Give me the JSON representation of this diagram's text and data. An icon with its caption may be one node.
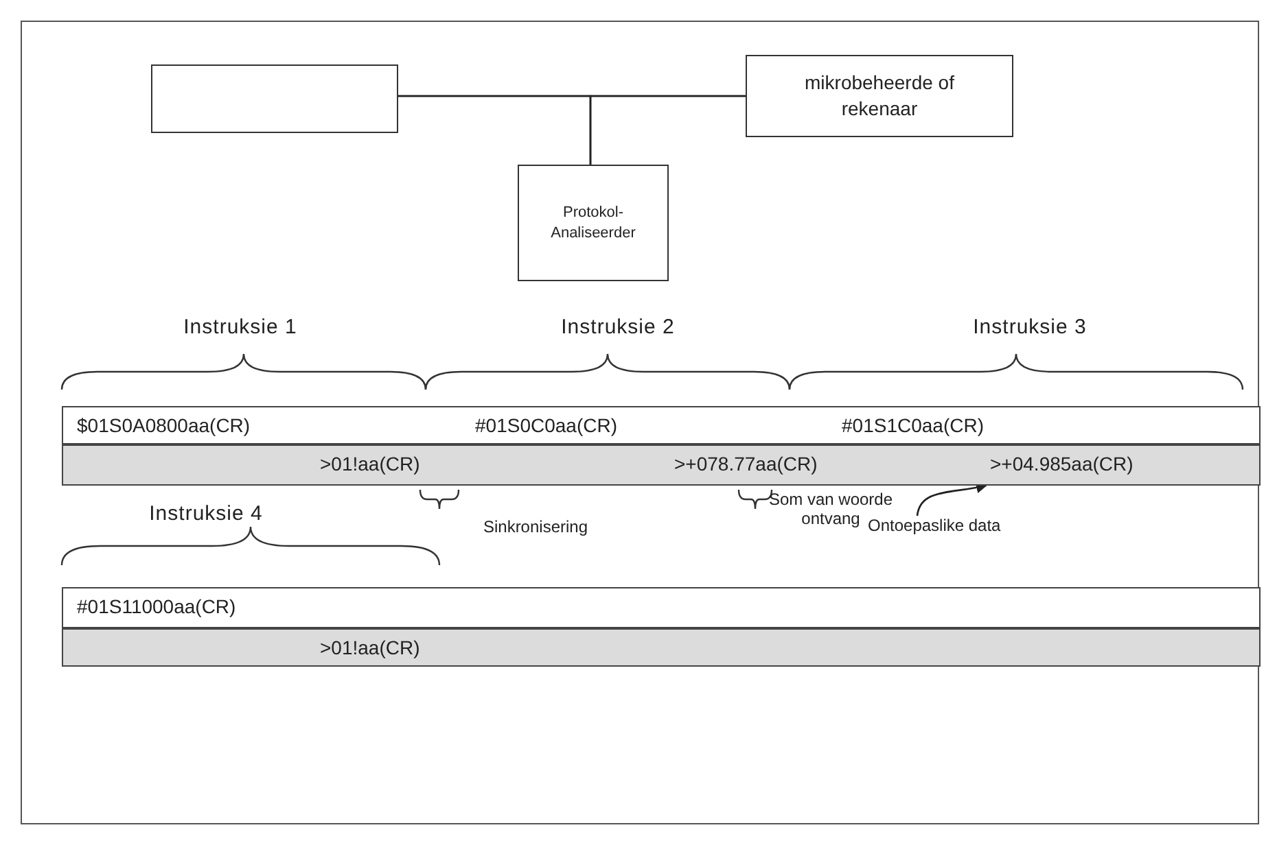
{
  "diagram": {
    "nodes": [
      {
        "text": [],
        "shape": "box"
      },
      {
        "text": [
          "mikrobeheerde of rekenaar"
        ]
      },
      {
        "text": [
          "Protokol-Analiseerder"
        ]
      },
      {
        "text": [
          "$01S0A0800aa(CR)",
          "#01S0C0aa(CR)",
          "#01S1C0aa(CR)"
        ]
      },
      {
        "text": [
          ">01!aa(CR)",
          ">+078.77aa(CR)",
          ">+04.985aa(CR)"
        ]
      },
      {
        "text": [
          "#01S11000aa(CR)"
        ]
      },
      {
        "text": [
          ">01!aa(CR)"
        ]
      },
      {
        "text": [
          "Ontoepaslike data"
        ]
      }
    ],
    "edges": [
      {
        "from": 0,
        "to": 1,
        "arrow": "none"
      },
      {
        "from": 2,
        "to": 0,
        "arrow": "none"
      },
      {
        "from": 2,
        "to": 1,
        "arrow": "none"
      },
      {
        "from": 7,
        "to": 4,
        "arrow": "to"
      }
    ],
    "labels": [
      "Instruksie 1",
      "Instruksie 2",
      "Instruksie 3",
      "Sinkronisering",
      "Som van woorde ontvang",
      "Instruksie 4"
    ]
  }
}
